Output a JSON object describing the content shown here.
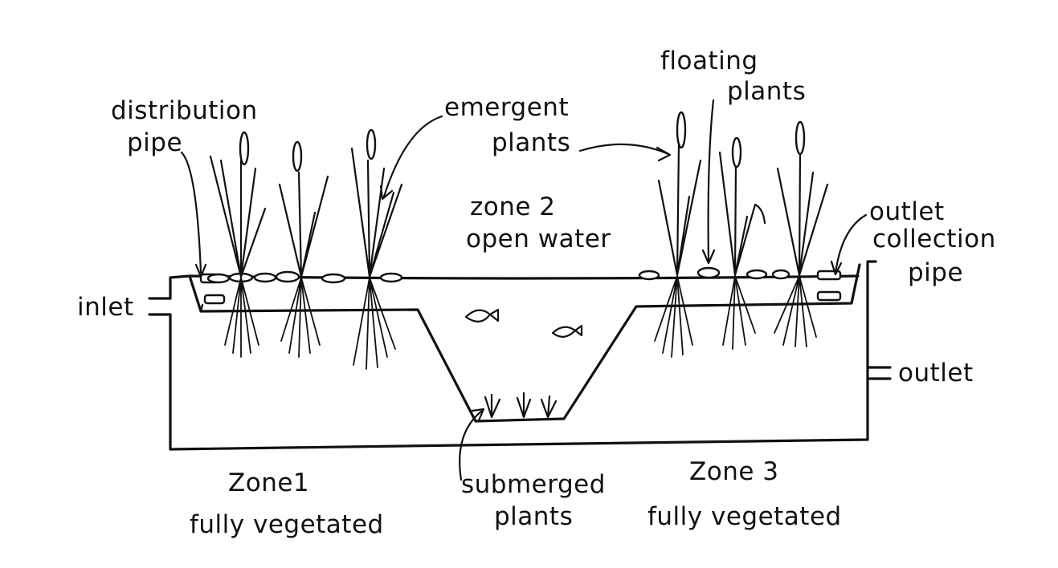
{
  "labels": {
    "inlet": "inlet",
    "distribution_pipe_1": "distribution",
    "distribution_pipe_2": "pipe",
    "emergent_plants_1": "emergent",
    "emergent_plants_2": "plants",
    "zone2_1": "zone 2",
    "zone2_2": "open water",
    "floating_plants_1": "floating",
    "floating_plants_2": "plants",
    "outlet_collection_1": "outlet",
    "outlet_collection_2": "collection",
    "outlet_collection_3": "pipe",
    "outlet": "outlet",
    "zone1_1": "Zone1",
    "zone1_2": "fully vegetated",
    "submerged_1": "submerged",
    "submerged_2": "plants",
    "zone3_1": "Zone 3",
    "zone3_2": "fully vegetated"
  },
  "colors": {
    "ink": "#111111",
    "background": "#ffffff"
  }
}
